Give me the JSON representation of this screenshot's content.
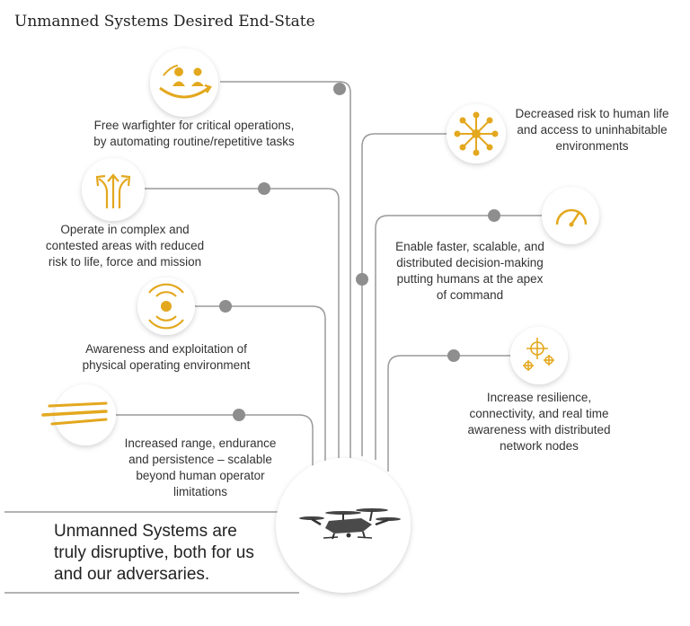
{
  "title": "Unmanned Systems Desired End-State",
  "items": [
    {
      "text": "Free warfighter for critical operations,\nby automating routine/repetitive tasks",
      "icon": "warfighter-handoff-icon"
    },
    {
      "text": "Operate in complex and\ncontested areas with reduced\nrisk to life, force and mission",
      "icon": "diverging-arrows-icon"
    },
    {
      "text": "Awareness and exploitation of\nphysical operating environment",
      "icon": "radar-target-icon"
    },
    {
      "text": "Increased range, endurance\nand persistence – scalable\nbeyond human operator\nlimitations",
      "icon": "speed-lines-icon"
    },
    {
      "text": "Decreased risk to human life\nand access to uninhabitable\nenvironments",
      "icon": "network-hub-icon"
    },
    {
      "text": "Enable faster, scalable, and\ndistributed decision-making\nputting humans at the apex\nof command",
      "icon": "gauge-icon"
    },
    {
      "text": "Increase resilience,\nconnectivity, and real time\nawareness with distributed\nnetwork nodes",
      "icon": "crosshair-nodes-icon"
    }
  ],
  "summary": "Unmanned Systems are\ntruly disruptive, both for us\nand our adversaries.",
  "center_icon": "drone-icon",
  "colors": {
    "accent": "#e3a81e",
    "line": "#9a9a9a",
    "dot": "#8e8e8e"
  }
}
